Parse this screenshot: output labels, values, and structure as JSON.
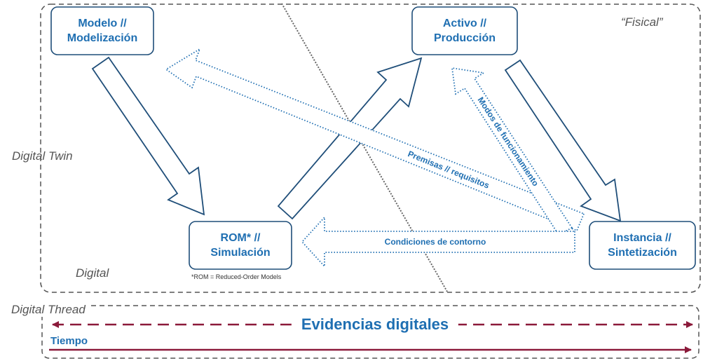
{
  "boxes": {
    "modelo": "Modelo // Modelización",
    "activo": "Activo // Producción",
    "rom": "ROM* // Simulación",
    "instancia": "Instancia // Sintetización"
  },
  "labels": {
    "fisical": "“Fisical”",
    "digital_twin": "Digital Twin",
    "digital": "Digital",
    "digital_thread": "Digital Thread",
    "rom_note": "*ROM = Reduced-Order Models",
    "evidencias": "Evidencias digitales",
    "tiempo": "Tiempo"
  },
  "arrows": {
    "premisas": "Premisas // requisitos",
    "modos": "Modos de funcionamiento",
    "condiciones": "Condiciones de contorno"
  },
  "colors": {
    "accent_blue": "#1F6FB2",
    "box_border": "#1F4E79",
    "dashed_gray": "#555555",
    "timeline": "#8B1A3A"
  }
}
